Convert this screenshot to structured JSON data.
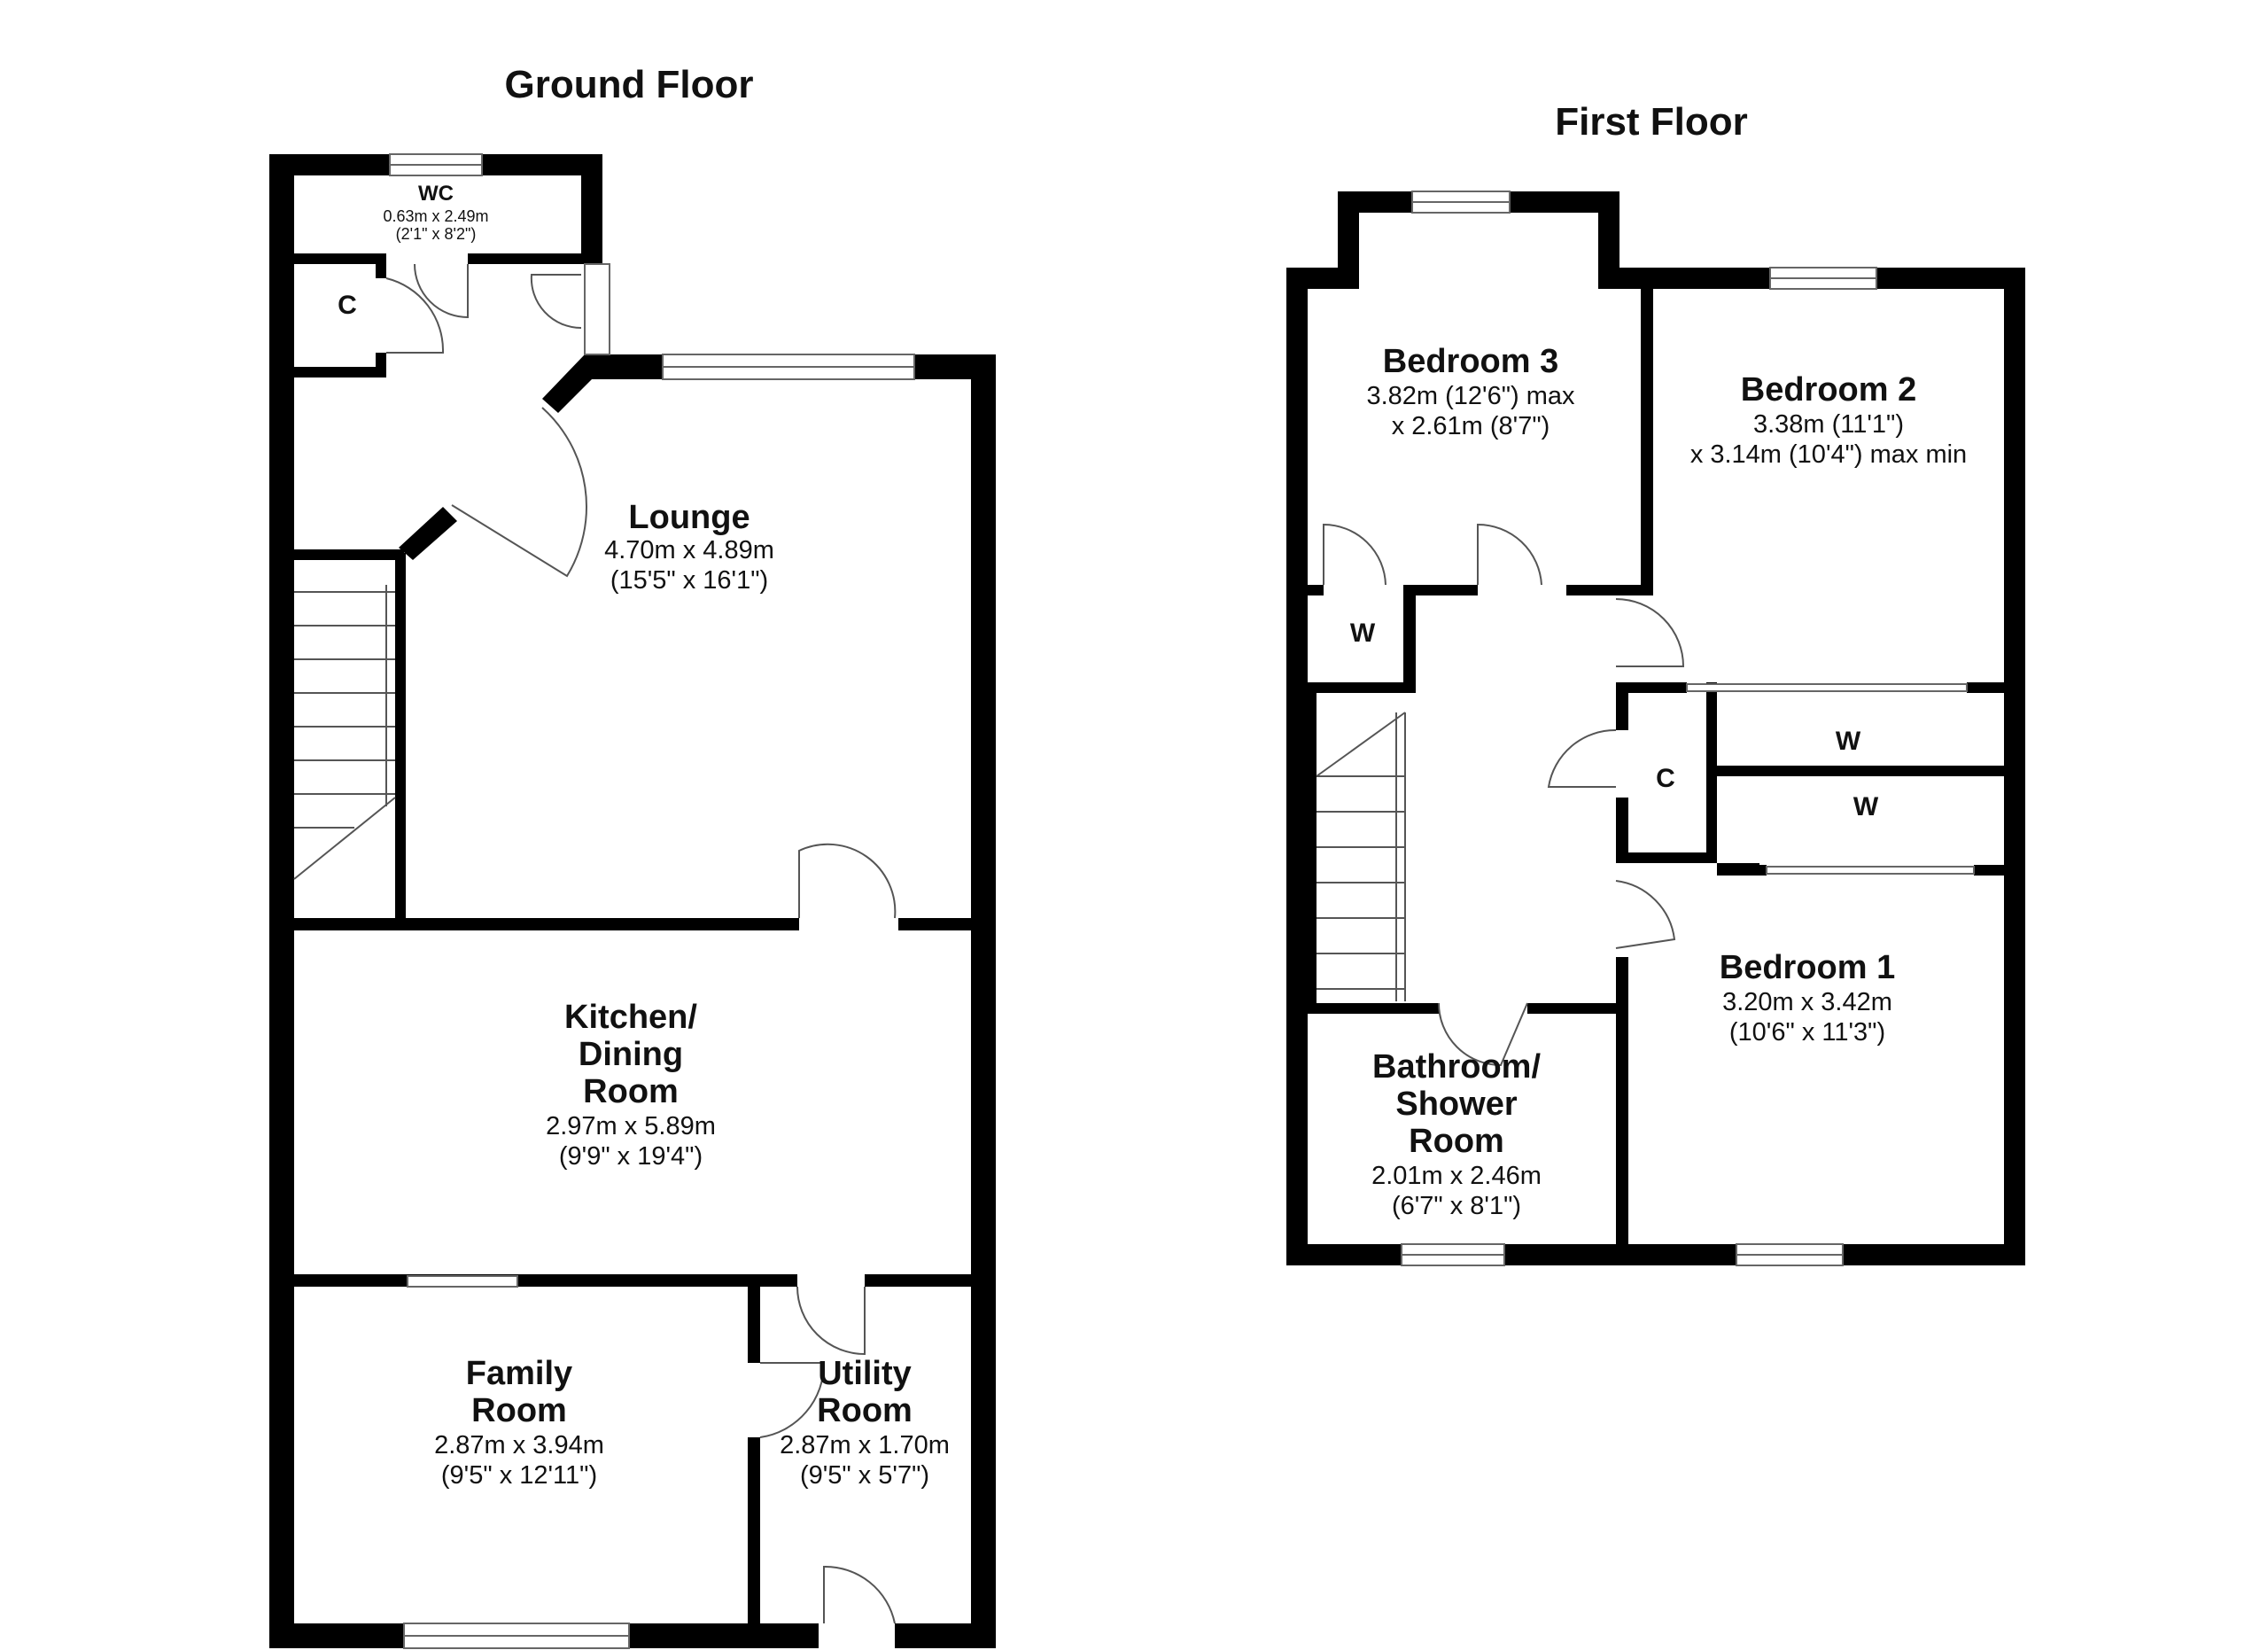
{
  "floors": {
    "ground": {
      "title": "Ground Floor",
      "rooms": {
        "wc": {
          "name": "WC",
          "dim_m": "0.63m x 2.49m",
          "dim_ft": "(2'1\" x 8'2\")"
        },
        "cupboard": {
          "label": "C"
        },
        "lounge": {
          "name": "Lounge",
          "dim_m": "4.70m x 4.89m",
          "dim_ft": "(15'5\" x 16'1\")"
        },
        "kitchen": {
          "name_1": "Kitchen/",
          "name_2": "Dining",
          "name_3": "Room",
          "dim_m": "2.97m x 5.89m",
          "dim_ft": "(9'9\" x 19'4\")"
        },
        "family": {
          "name_1": "Family",
          "name_2": "Room",
          "dim_m": "2.87m x 3.94m",
          "dim_ft": "(9'5\" x 12'11\")"
        },
        "utility": {
          "name_1": "Utility",
          "name_2": "Room",
          "dim_m": "2.87m x 1.70m",
          "dim_ft": "(9'5\" x 5'7\")"
        }
      }
    },
    "first": {
      "title": "First Floor",
      "rooms": {
        "bedroom3": {
          "name": "Bedroom 3",
          "dim_1": "3.82m (12'6\") max",
          "dim_2": "x 2.61m (8'7\")"
        },
        "bedroom2": {
          "name": "Bedroom 2",
          "dim_1": "3.38m (11'1\")",
          "dim_2": "x 3.14m (10'4\") max min"
        },
        "wardrobe_left": {
          "label": "W"
        },
        "wardrobe_top": {
          "label": "W"
        },
        "wardrobe_bottom": {
          "label": "W"
        },
        "cupboard": {
          "label": "C"
        },
        "bedroom1": {
          "name": "Bedroom 1",
          "dim_m": "3.20m x 3.42m",
          "dim_ft": "(10'6\" x 11'3\")"
        },
        "bathroom": {
          "name_1": "Bathroom/",
          "name_2": "Shower",
          "name_3": "Room",
          "dim_m": "2.01m x 2.46m",
          "dim_ft": "(6'7\" x 8'1\")"
        }
      }
    }
  }
}
